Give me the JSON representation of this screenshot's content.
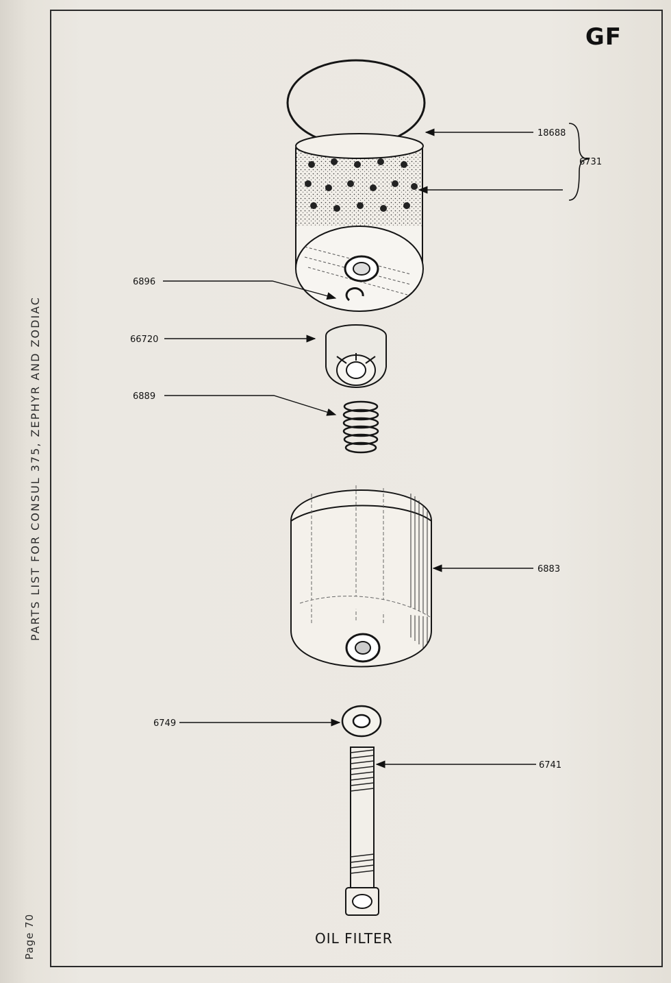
{
  "section_code": "GF",
  "side_title": "PARTS LIST FOR CONSUL 375, ZEPHYR AND ZODIAC",
  "page_label": "Page 70",
  "caption": "OIL FILTER",
  "parts": {
    "p18688": "18688",
    "p6731": "6731",
    "p6896": "6896",
    "p66720": "66720",
    "p6889": "6889",
    "p6883": "6883",
    "p6749": "6749",
    "p6741": "6741"
  },
  "icons": [
    "filter-element-icon",
    "valve-icon",
    "spring-icon",
    "filter-bowl-icon",
    "washer-icon",
    "centre-bolt-icon"
  ]
}
